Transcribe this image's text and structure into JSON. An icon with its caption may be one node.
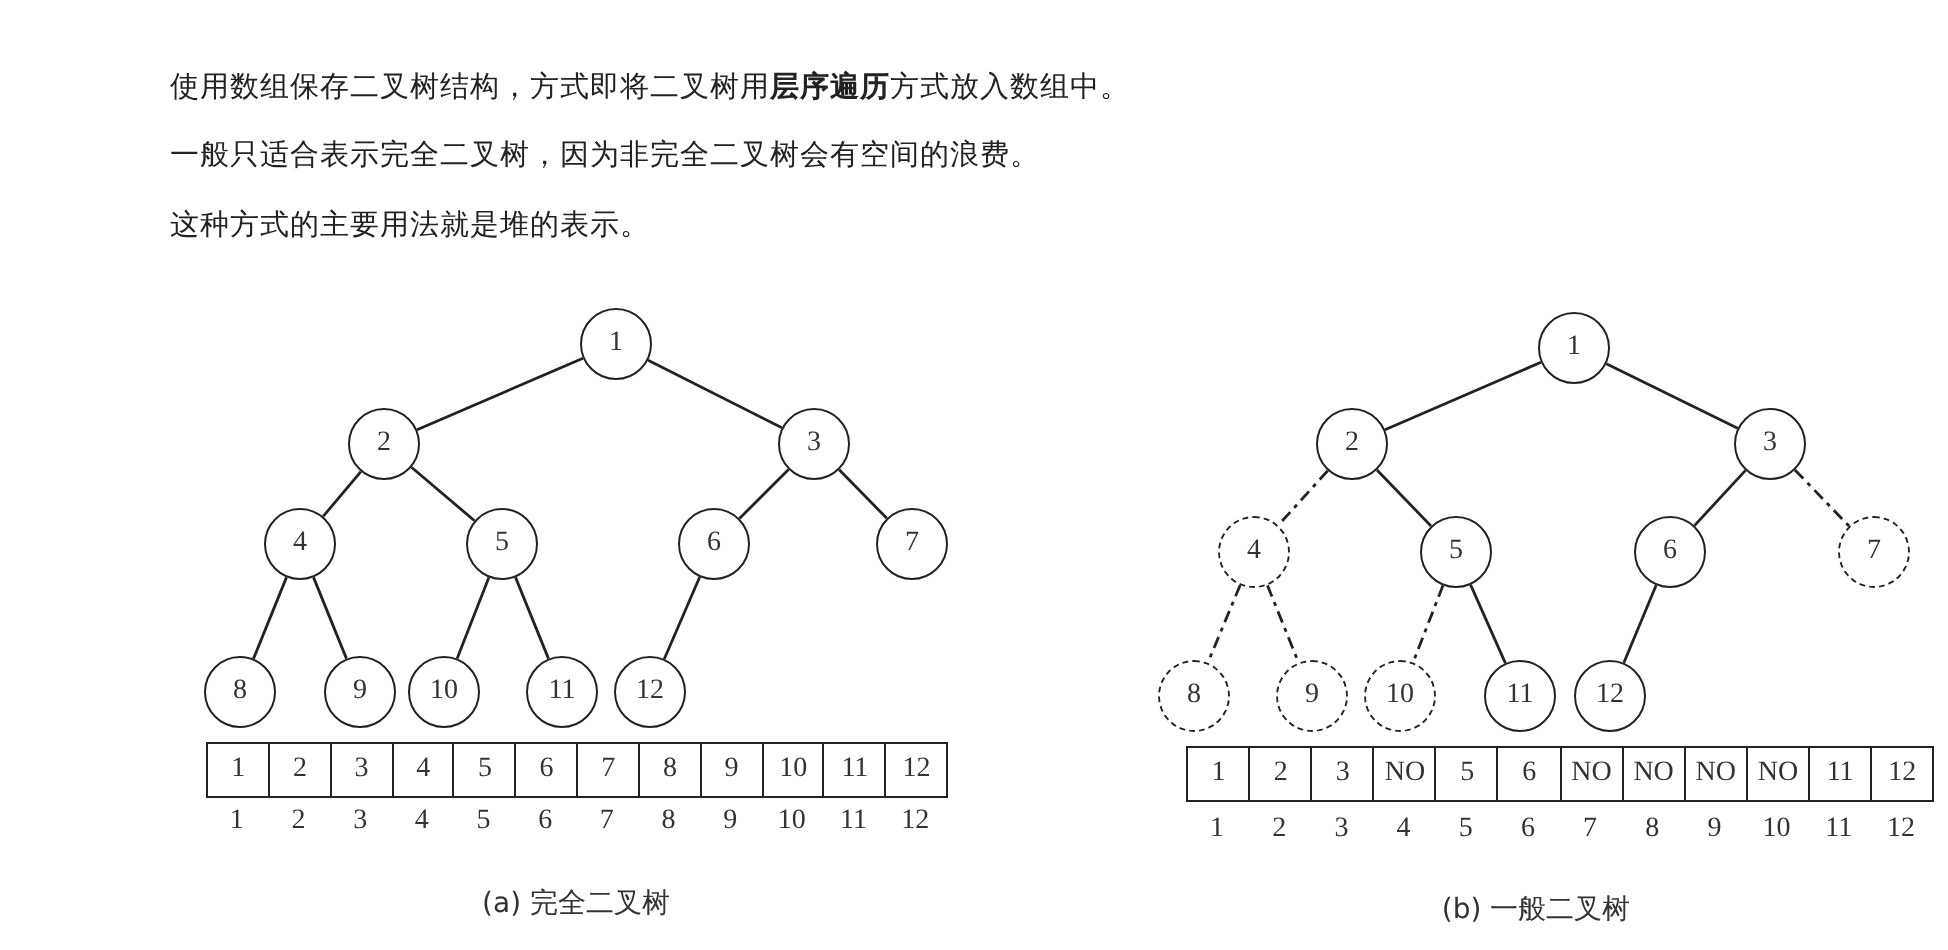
{
  "diagram": {
    "nodes": [
      {
        "text": [
          "1"
        ]
      },
      {
        "text": [
          "2"
        ]
      },
      {
        "text": [
          "3"
        ]
      },
      {
        "text": [
          "4"
        ]
      },
      {
        "text": [
          "5"
        ]
      },
      {
        "text": [
          "6"
        ]
      },
      {
        "text": [
          "7"
        ]
      },
      {
        "text": [
          "8"
        ]
      },
      {
        "text": [
          "9"
        ]
      },
      {
        "text": [
          "10"
        ]
      },
      {
        "text": [
          "11"
        ]
      },
      {
        "text": [
          "12"
        ]
      },
      {
        "text": [
          "1"
        ]
      },
      {
        "text": [
          "2"
        ]
      },
      {
        "text": [
          "3"
        ]
      },
      {
        "text": [
          "4"
        ]
      },
      {
        "text": [
          "5"
        ]
      },
      {
        "text": [
          "6"
        ]
      },
      {
        "text": [
          "7"
        ]
      },
      {
        "text": [
          "8"
        ]
      },
      {
        "text": [
          "9"
        ]
      },
      {
        "text": [
          "10"
        ]
      },
      {
        "text": [
          "11"
        ]
      },
      {
        "text": [
          "12"
        ]
      }
    ],
    "edges": [
      {
        "from": 0,
        "to": 1,
        "arrow": "none"
      },
      {
        "from": 0,
        "to": 2,
        "arrow": "none"
      },
      {
        "from": 1,
        "to": 3,
        "arrow": "none"
      },
      {
        "from": 1,
        "to": 4,
        "arrow": "none"
      },
      {
        "from": 2,
        "to": 5,
        "arrow": "none"
      },
      {
        "from": 2,
        "to": 6,
        "arrow": "none"
      },
      {
        "from": 3,
        "to": 7,
        "arrow": "none"
      },
      {
        "from": 3,
        "to": 8,
        "arrow": "none"
      },
      {
        "from": 4,
        "to": 9,
        "arrow": "none"
      },
      {
        "from": 4,
        "to": 10,
        "arrow": "none"
      },
      {
        "from": 5,
        "to": 11,
        "arrow": "none"
      },
      {
        "from": 12,
        "to": 13,
        "arrow": "none"
      },
      {
        "from": 12,
        "to": 14,
        "arrow": "none"
      },
      {
        "from": 13,
        "to": 15,
        "arrow": "none",
        "style": "dashed"
      },
      {
        "from": 13,
        "to": 16,
        "arrow": "none"
      },
      {
        "from": 14,
        "to": 17,
        "arrow": "none"
      },
      {
        "from": 14,
        "to": 18,
        "arrow": "none",
        "style": "dashed"
      },
      {
        "from": 15,
        "to": 19,
        "arrow": "none",
        "style": "dashed"
      },
      {
        "from": 15,
        "to": 20,
        "arrow": "none",
        "style": "dashed"
      },
      {
        "from": 16,
        "to": 21,
        "arrow": "none",
        "style": "dashed"
      },
      {
        "from": 16,
        "to": 22,
        "arrow": "none"
      },
      {
        "from": 17,
        "to": 23,
        "arrow": "none"
      }
    ],
    "labels": [
      "使用数组保存二叉树结构，方式即将二叉树用**层序遍历**方式放入数组中。",
      "一般只适合表示完全二叉树，因为非完全二叉树会有空间的浪费。",
      "这种方式的主要用法就是堆的表示。",
      "1",
      "2",
      "3",
      "4",
      "5",
      "6",
      "7",
      "8",
      "9",
      "10",
      "11",
      "12",
      "1",
      "2",
      "3",
      "4",
      "5",
      "6",
      "7",
      "8",
      "9",
      "10",
      "11",
      "12",
      "(a) 完全二叉树",
      "1",
      "2",
      "3",
      "NO",
      "5",
      "6",
      "NO",
      "NO",
      "NO",
      "NO",
      "11",
      "12",
      "1",
      "2",
      "3",
      "4",
      "5",
      "6",
      "7",
      "8",
      "9",
      "10",
      "11",
      "12",
      "(b) 一般二叉树"
    ]
  }
}
